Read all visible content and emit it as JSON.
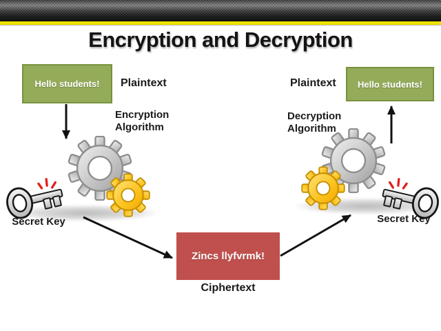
{
  "header": {
    "title": "Encryption and Decryption"
  },
  "encryption_side": {
    "message": "Hello students!",
    "stage_label": "Plaintext",
    "algorithm_label": "Encryption\nAlgorithm",
    "key_label": "Secret Key"
  },
  "decryption_side": {
    "message": "Hello students!",
    "stage_label": "Plaintext",
    "algorithm_label": "Decryption\nAlgorithm",
    "key_label": "Secret Key"
  },
  "cipher": {
    "message": "Zincs llyfvrmk!",
    "stage_label": "Ciphertext"
  },
  "icons": {
    "gear_gray": "gear-icon",
    "gear_yellow": "gear-icon",
    "key": "key-icon",
    "sparkle": "sparkle-icon",
    "arrow": "arrow-line"
  },
  "colors": {
    "plaintext_box_fill": "#94ab5a",
    "plaintext_box_border": "#76923c",
    "ciphertext_box_fill": "#c0504d",
    "accent_stripe": "#efe200",
    "gear_gray": "#c9c9c9",
    "gear_yellow": "#f5b800",
    "key_metal": "#d9d9d9",
    "sparkle_red": "#e31d1d",
    "arrow": "#111111",
    "title_text": "#141414"
  }
}
